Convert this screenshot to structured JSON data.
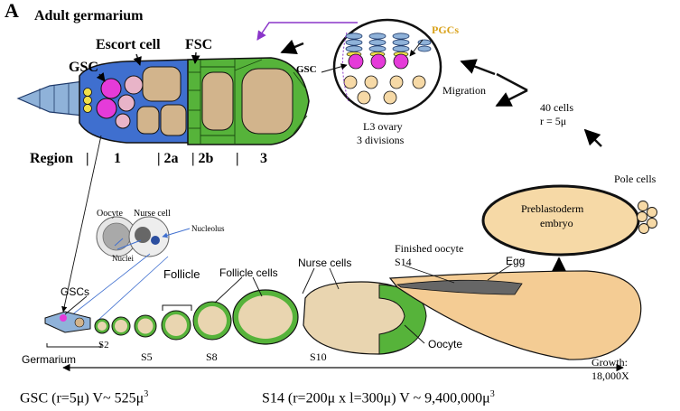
{
  "figure": {
    "panel_letter": "A",
    "adult_germarium": "Adult germarium",
    "escort_cell": "Escort cell",
    "fsc": "FSC",
    "gsc": "GSC",
    "region_label": "Region",
    "region_sep": "|",
    "region_1": "1",
    "region_2a": "| 2a",
    "region_2b": "| 2b",
    "region_sep2": "|",
    "region_3": "3",
    "pgcs": "PGCs",
    "gsc_small": "GSC",
    "l3_ovary": "L3 ovary",
    "divisions": "3 divisions",
    "migration": "Migration",
    "cells_40": "40 cells",
    "r_5": "r = 5μ",
    "pole_cells": "Pole cells",
    "preblasto_1": "Preblastoderm",
    "preblasto_2": "embryo",
    "oocyte": "Oocyte",
    "nurse_cell": "Nurse cell",
    "nucleolus": "Nucleolus",
    "nuclei": "Nuclei",
    "follicle": "Follicle",
    "follicle_cells": "Follicle cells",
    "nurse_cells": "Nurse cells",
    "finished_oocyte": "Finished oocyte",
    "s14": "S14",
    "egg": "Egg",
    "gscs": "GSCs",
    "s2": "S2",
    "germarium": "Germarium",
    "s5": "S5",
    "s8": "S8",
    "s10": "S10",
    "oocyte2": "Oocyte",
    "growth_1": "Growth:",
    "growth_2": "18,000X",
    "gsc_volume": "GSC (r=5μ)  V~ 525μ",
    "gsc_volume_exp": "3",
    "s14_volume": "S14 (r=200μ x l=300μ) V ~  9,400,000μ",
    "s14_volume_exp": "3"
  },
  "colors": {
    "gsc_magenta": "#e53bd9",
    "pink_cell": "#e8b4c8",
    "tan_cell": "#d2b48c",
    "peach": "#f6d9a6",
    "follicle_green": "#56b33a",
    "escort_blue": "#3f6fcf",
    "terminal_blue": "#8fb2d9",
    "cap_yellow": "#f1e04a",
    "pgc_gold": "#d9a21b",
    "purple_arrow": "#8a35c9"
  }
}
